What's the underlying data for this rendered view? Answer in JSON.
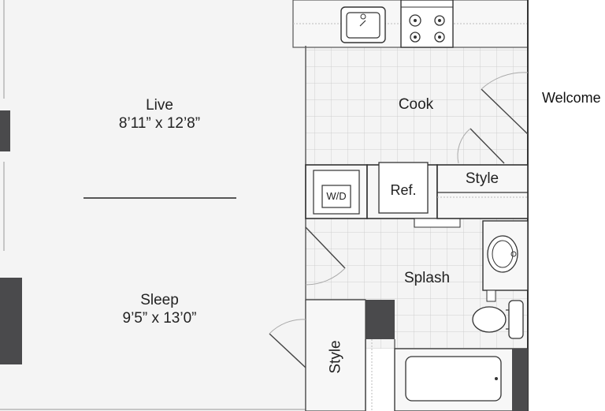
{
  "plan": {
    "rooms": {
      "live": {
        "name": "Live",
        "dims": "8’11” x 12’8”"
      },
      "sleep": {
        "name": "Sleep",
        "dims": "9’5” x 13’0”"
      },
      "cook": {
        "name": "Cook"
      },
      "splash": {
        "name": "Splash"
      },
      "style_closet": {
        "name": "Style"
      },
      "style_entry": {
        "name": "Style"
      }
    },
    "fixtures": {
      "washer_dryer": "W/D",
      "fridge": "Ref."
    },
    "overlay_text": "Welcome"
  },
  "colors": {
    "floor": "#f4f4f4",
    "wall": "#444444",
    "wall_dark": "#4a4a4c",
    "tile_line": "#cfcfcf",
    "line": "#333333"
  }
}
